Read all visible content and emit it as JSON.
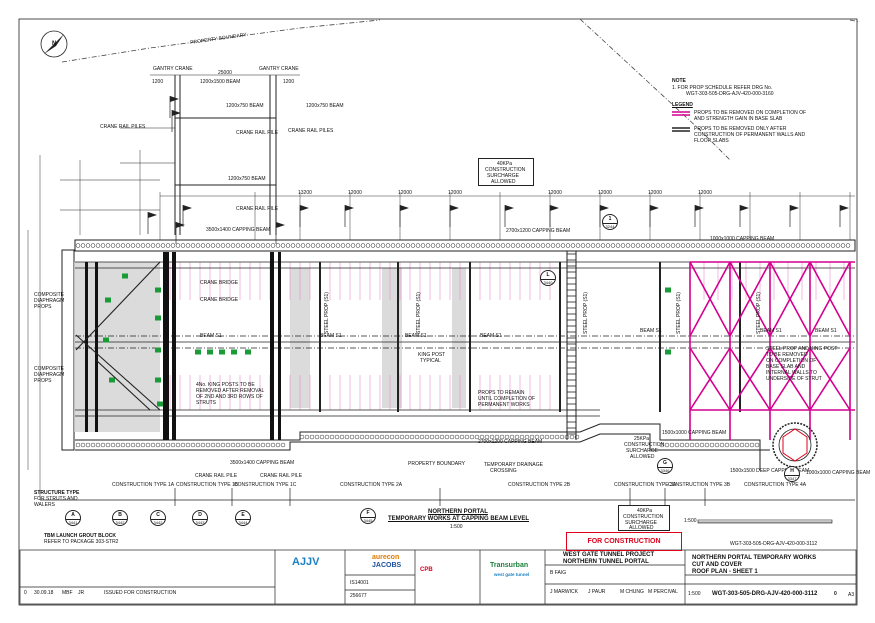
{
  "colors": {
    "line": "#222222",
    "red": "#e0001b",
    "magenta": "#d4008f",
    "green": "#1b9b38",
    "pink": "#ee88cc",
    "grey": "#cfcfcf"
  },
  "north_label": "N",
  "property_boundary": "PROPERTY BOUNDARY",
  "gantry_crane": "GANTRY CRANE",
  "dims_top": [
    "1200",
    "25000",
    "1200",
    "1200x1500 BEAM",
    "1200x750 BEAM",
    "1200x750 BEAM"
  ],
  "crane_rail_piles": "CRANE RAIL PILES",
  "crane_rail_pile": "CRANE RAIL PILE",
  "dims_span": [
    "13200",
    "12000",
    "12000",
    "12000",
    "12000",
    "12000",
    "12000",
    "12000"
  ],
  "surcharge_top": [
    "40KPa",
    "CONSTRUCTION",
    "SURCHARGE",
    "ALLOWED"
  ],
  "capping_beam_labels": [
    "3500x1400 CAPPING BEAM",
    "2700x1200 CAPPING BEAM",
    "1000x1000 CAPPING BEAM",
    "2700x1200 CAPPING BEAM",
    "1500x1000 CAPPING BEAM",
    "3500x1400 CAPPING BEAM",
    "1500x1500 DEEP CAPPING BEAM",
    "1000x1000 CAPPING BEAM"
  ],
  "beam_s1": "BEAM S1",
  "steel_prop": "STEEL PROP (S1)",
  "king_post": [
    "KING POST",
    "TYPICAL"
  ],
  "crane_bridge": "CRANE BRIDGE",
  "king_posts_note": [
    "4No. KING POSTS TO BE",
    "REMOVED AFTER REMOVAL",
    "OF 2ND AND 3RD ROWS OF",
    "STRUTS"
  ],
  "props_remain": [
    "PROPS TO REMAIN",
    "UNTIL COMPLETION OF",
    "PERMANENT WORKS"
  ],
  "steel_prop_note": [
    "STEEL PROP AND KING POST",
    "TO BE REMOVED",
    "ON COMPLETION OF",
    "BASE SLAB AND",
    "INTERNAL WALLS TO",
    "UNDERSIDE OF STRUT"
  ],
  "temp_drainage": [
    "TEMPORARY DRAINAGE",
    "CROSSING"
  ],
  "surcharge_bottom_a": [
    "25KPa",
    "CONSTRUCTION",
    "SURCHARGE",
    "ALLOWED"
  ],
  "surcharge_bottom_b": [
    "40KPa",
    "CONSTRUCTION",
    "SURCHARGE",
    "ALLOWED"
  ],
  "composite_props": [
    "COMPOSITE",
    "DIAPHRAGM",
    "PROPS"
  ],
  "tbm_note": [
    "TBM LAUNCH GROUT BLOCK",
    "REFER TO PACKAGE 303-STR2"
  ],
  "structure_type": [
    "STRUCTURE TYPE",
    "FOR STRUTS AND",
    "WALERS"
  ],
  "construction_types": [
    "CONSTRUCTION TYPE 1A",
    "CONSTRUCTION TYPE 1B",
    "CONSTRUCTION TYPE 1C",
    "CONSTRUCTION TYPE 2A",
    "CONSTRUCTION TYPE 2B",
    "CONSTRUCTION TYPE 3A",
    "CONSTRUCTION TYPE 3B",
    "CONSTRUCTION TYPE 4A"
  ],
  "section_markers": [
    {
      "id": "1",
      "ref": "3244"
    },
    {
      "id": "L",
      "ref": "3440"
    },
    {
      "id": "G",
      "ref": "3346"
    },
    {
      "id": "H",
      "ref": "3347"
    },
    {
      "id": "A",
      "ref": "3441"
    },
    {
      "id": "B",
      "ref": "3442"
    },
    {
      "id": "C",
      "ref": "3442"
    },
    {
      "id": "D",
      "ref": "3443"
    },
    {
      "id": "E",
      "ref": "3444"
    },
    {
      "id": "F",
      "ref": "3445"
    }
  ],
  "plan_title": [
    "NORTHERN PORTAL",
    "TEMPORARY WORKS AT CAPPING BEAM LEVEL",
    "1:500"
  ],
  "notes": {
    "heading": "NOTE",
    "line1": "1.   FOR PROP SCHEDULE REFER DRG No.",
    "line2": "WGT-303-505-DRG-AJV-420-000-3160",
    "legend": "LEGEND",
    "legend1": [
      "PROPS TO BE REMOVED ON COMPLETION OF",
      "AND STRENGTH GAIN IN BASE SLAB"
    ],
    "legend2": [
      "PROPS TO BE REMOVED ONLY AFTER",
      "CONSTRUCTION OF PERMANENT WALLS AND",
      "FLOOR SLABS"
    ]
  },
  "stamp": "FOR CONSTRUCTION",
  "scale_bar": "1:500",
  "drawing_ref_small": "WGT-303-505-DRG-AJV-420-000-3112",
  "title_block": {
    "project": "WEST GATE TUNNEL PROJECT",
    "subproject": "NORTHERN TUNNEL PORTAL",
    "title": [
      "NORTHERN PORTAL TEMPORARY WORKS",
      "CUT AND COVER",
      "ROOF PLAN - SHEET 1"
    ],
    "drawing_no": "WGT-303-505-DRG-AJV-420-000-3112",
    "scale": "1:500",
    "rev": "0",
    "size": "A3",
    "designer": "B FAIG",
    "drafter": "J MARWICK",
    "checker": "J PAUR",
    "verifier": "M CHUNG",
    "approver": "M PERCIVAL",
    "project_no": "IS14001",
    "job_no": "256677"
  },
  "logos": {
    "ajjv": "AJJV",
    "aurecon": "aurecon",
    "jacobs": "JACOBS",
    "cpb": "CPB",
    "transurban": "Transurban",
    "wgt": "west gate tunnel"
  },
  "revision_row": [
    "0",
    "30.09.18",
    "MBF",
    "JR",
    "ISSUED FOR CONSTRUCTION"
  ]
}
